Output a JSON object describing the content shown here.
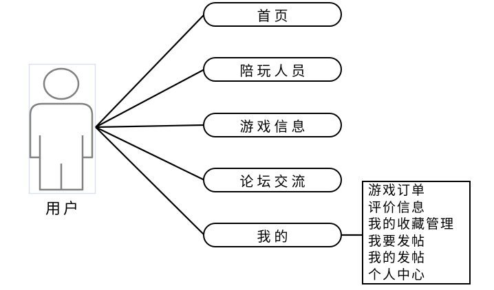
{
  "diagram": {
    "actor": {
      "label": "用户"
    },
    "usecases": [
      {
        "label": "首页"
      },
      {
        "label": "陪玩人员"
      },
      {
        "label": "游戏信息"
      },
      {
        "label": "论坛交流"
      },
      {
        "label": "我的"
      }
    ],
    "detail_box": {
      "items": [
        "游戏订单",
        "评价信息",
        "我的收藏管理",
        "我要发帖",
        "我的发帖",
        "个人中心"
      ]
    },
    "colors": {
      "line": "#000000",
      "oval_border": "#000000",
      "actor_stroke": "#808080",
      "actor_frame": "#d9e2f0",
      "background": "#ffffff"
    }
  }
}
